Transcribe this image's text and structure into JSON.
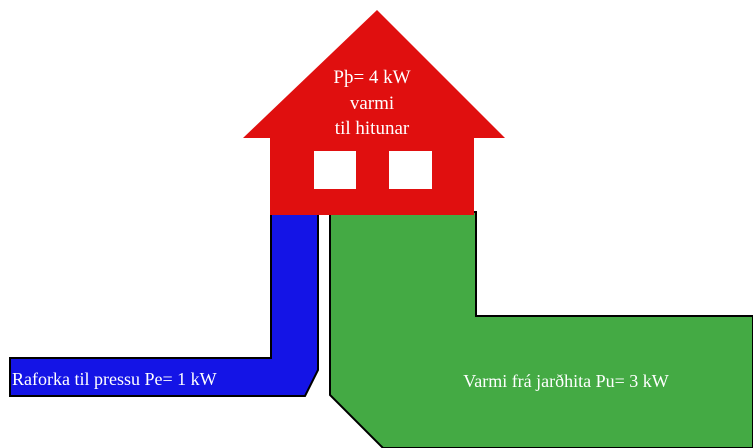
{
  "colors": {
    "house": "#e00f0f",
    "electric_flow": "#1414e6",
    "ground_flow": "#44aa44",
    "window": "#ffffff",
    "text": "#ffffff",
    "outline": "#000000"
  },
  "house": {
    "label_line1": "Pþ= 4 kW",
    "label_line2": "varmi",
    "label_line3": "til hitunar"
  },
  "electric_flow": {
    "label": "Raforka til pressu Pe= 1 kW"
  },
  "ground_flow": {
    "label": "Varmi frá jarðhita Pu= 3 kW"
  }
}
